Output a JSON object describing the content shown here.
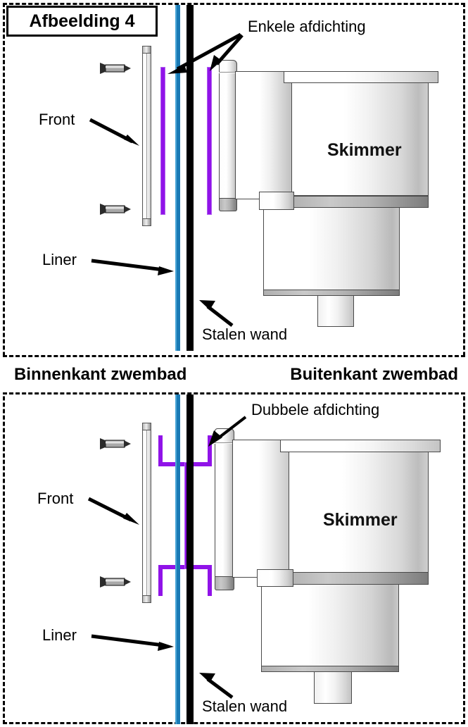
{
  "figure": {
    "title": "Afbeelding 4"
  },
  "band": {
    "inside_label": "Binnenkant zwembad",
    "outside_label": "Buitenkant zwembad"
  },
  "panels": [
    {
      "id": "top",
      "seal_label": "Enkele afdichting",
      "front_label": "Front",
      "liner_label": "Liner",
      "wall_label": "Stalen wand",
      "skimmer_label": "Skimmer",
      "seal_type": "single",
      "screw_count": 2
    },
    {
      "id": "bottom",
      "seal_label": "Dubbele afdichting",
      "front_label": "Front",
      "liner_label": "Liner",
      "wall_label": "Stalen wand",
      "skimmer_label": "Skimmer",
      "seal_type": "double",
      "screw_count": 2
    }
  ],
  "colors": {
    "liner": "#1a7ab5",
    "liner_highlight": "#4ea8d8",
    "steel_wall": "#000000",
    "gasket": "#9013e8",
    "gasket_edge": "#b060f0",
    "outline": "#000000",
    "background": "#ffffff"
  },
  "icons": {
    "screw": "screw-icon",
    "arrow": "arrow-icon"
  }
}
